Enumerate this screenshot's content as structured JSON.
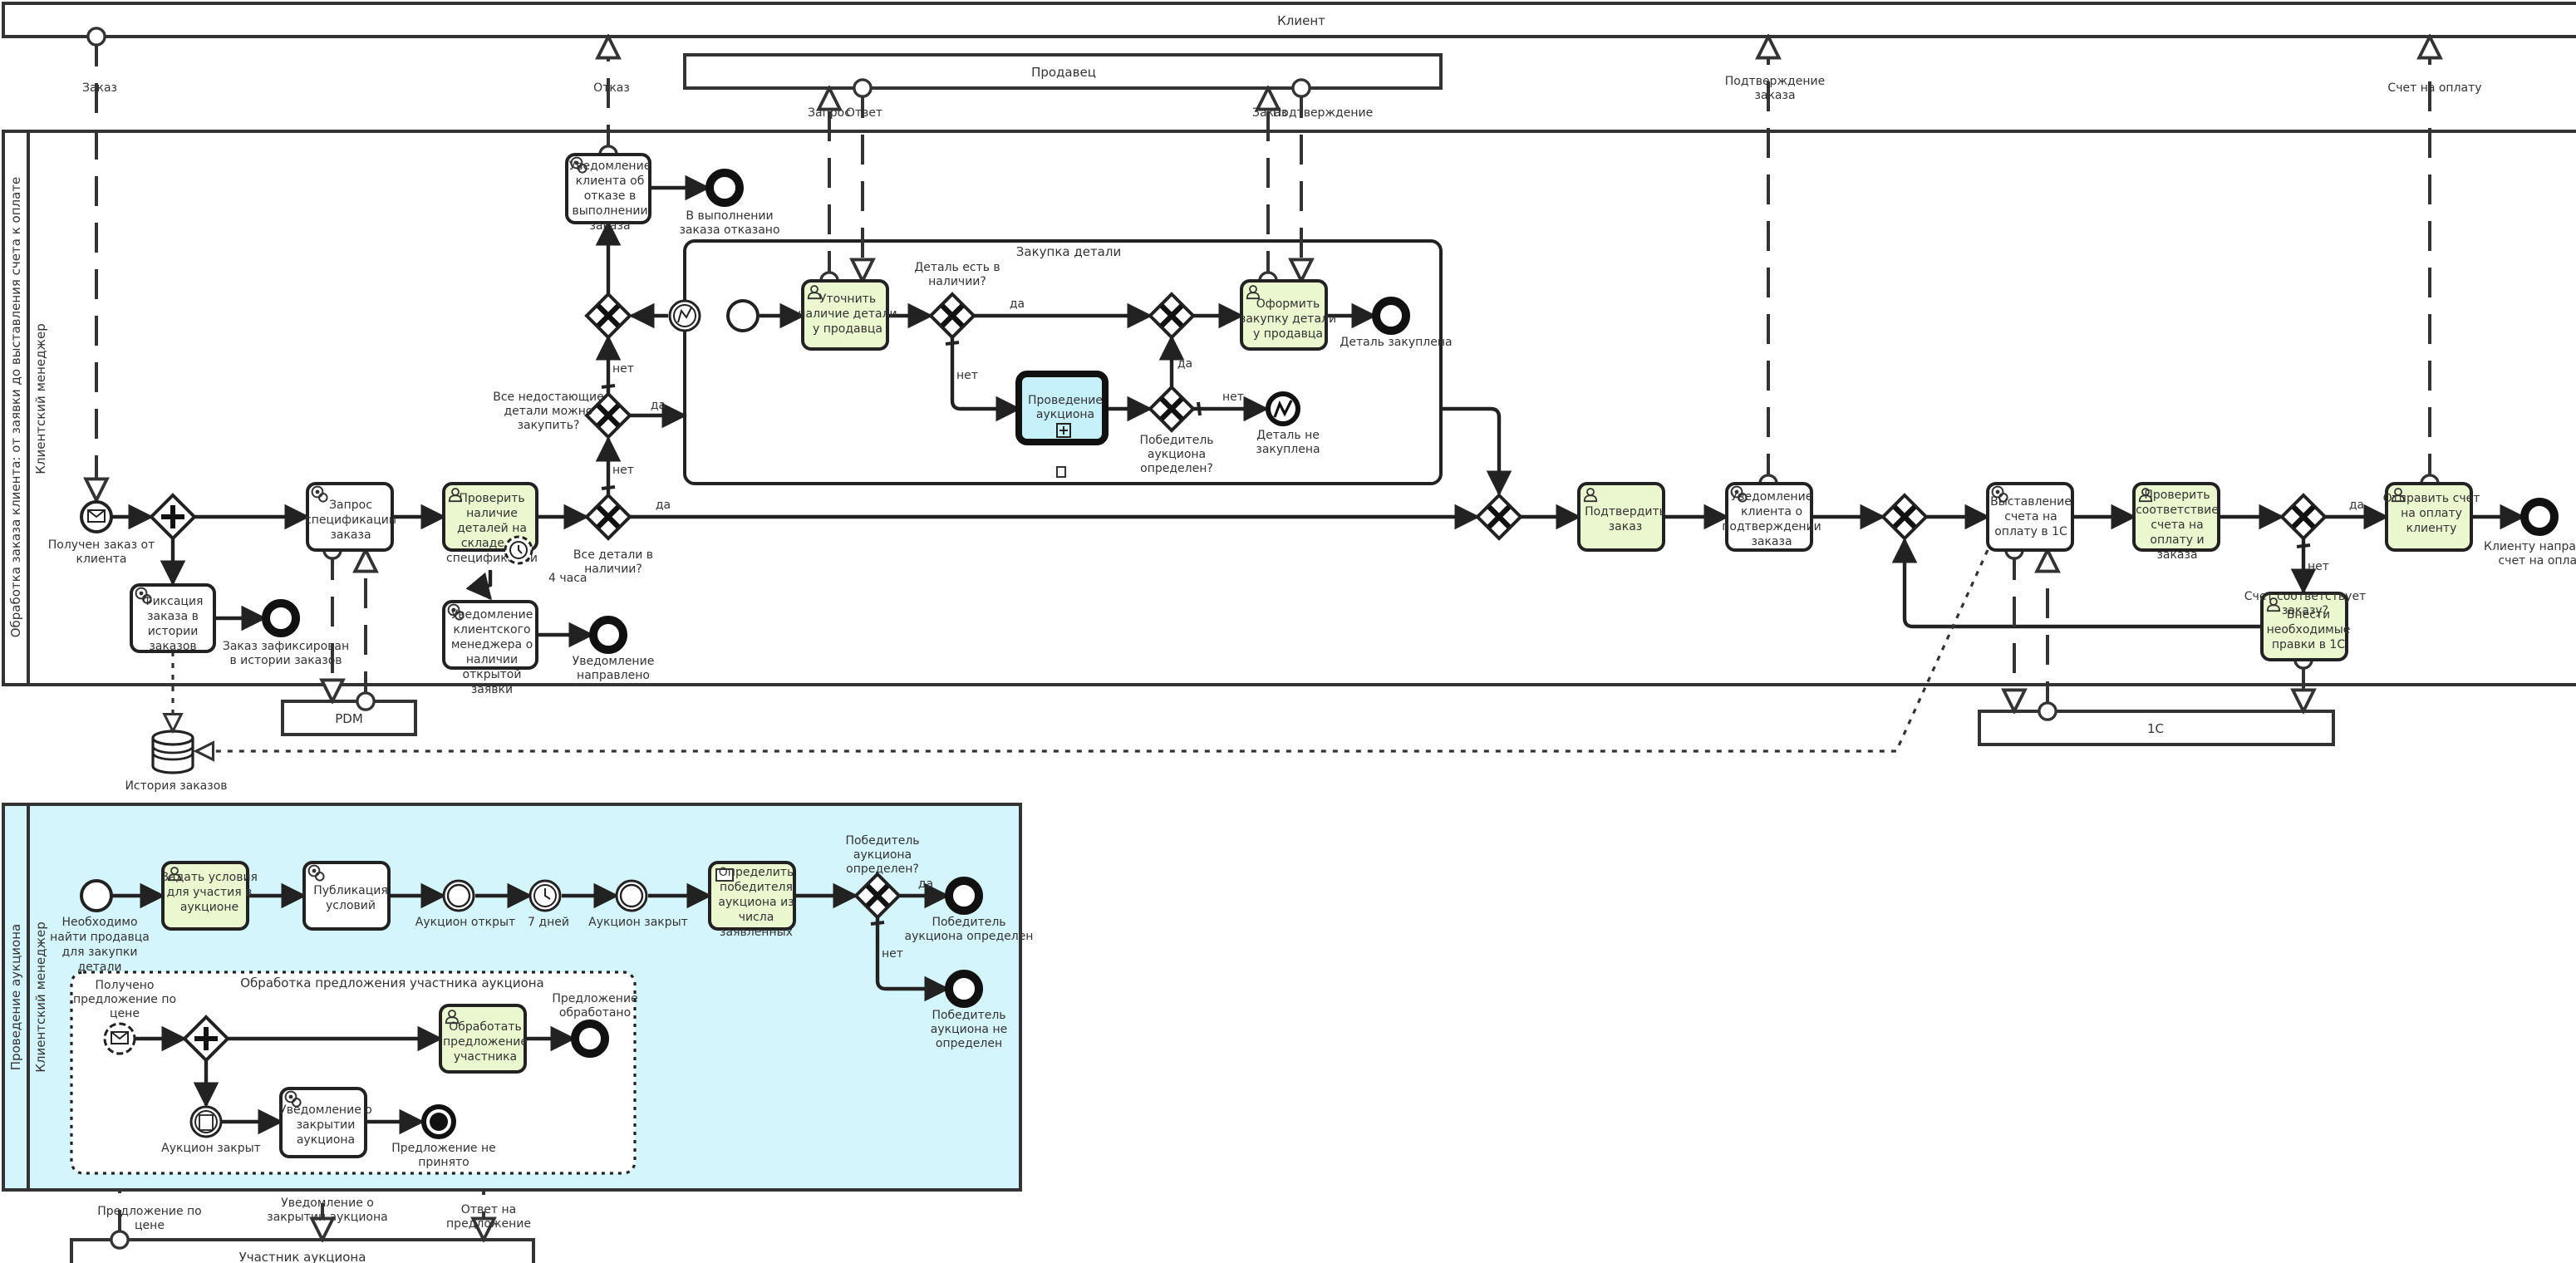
{
  "pools": {
    "client": "Клиент",
    "seller": "Продавец",
    "pdm": "PDM",
    "onec": "1С",
    "participant": "Участник аукциона",
    "history": "История заказов"
  },
  "process_main": {
    "pool_label": "Обработка заказа клиента: от заявки до выставления счета к оплате",
    "lane_label": "Клиентский менеджер",
    "subprocess_label": "Закупка детали",
    "tasks": {
      "clarify": "Уточнить наличие детали у продавца",
      "buy": "Оформить закупку детали у продавца",
      "auction": "Проведение аукциона",
      "refuse_notify": "Уведомление клиента об отказе в выполнении заказа",
      "request_spec": "Запрос спецификации заказа",
      "check_stock": "Проверить наличие деталей на складе по спецификации",
      "notify_manager": "Уведомление клиентского менеджера о наличии открытой заявки",
      "fix_history": "Фиксация заказа в истории заказов",
      "confirm": "Подтвердить заказ",
      "notify_confirm": "Уведомление клиента о подтверждении заказа",
      "invoice": "Выставление счета на оплату в 1С",
      "check_invoice": "Проверить соответствие счета на оплату и заказа",
      "send_invoice": "Отправить счет на оплату клиенту",
      "corrections": "Внести необходимые правки в 1С"
    },
    "events": {
      "order_received": "Получен заказ от клиента",
      "order_fixed": "Заказ зафиксирован в истории заказов",
      "refused": "В выполнении заказа отказано",
      "notice_sent": "Уведомление направлено",
      "part_bought": "Деталь закуплена",
      "part_not_bought": "Деталь не закуплена",
      "client_got_invoice": "Клиенту направлен счет на оплату",
      "timer": "4 часа"
    },
    "gateways": {
      "all_in_stock": "Все детали в наличии?",
      "missing_can_buy": "Все недостающие детали можно закупить?",
      "part_available": "Деталь есть в наличии?",
      "winner_found": "Победитель аукциона определен?",
      "invoice_matches": "Счет соответствует заказу?"
    },
    "flow_labels": {
      "yes": "да",
      "no": "нет"
    }
  },
  "messages": {
    "order": "Заказ",
    "refusal": "Отказ",
    "request": "Запрос",
    "answer": "Ответ",
    "order2": "Заказ",
    "confirmation": "Подтверждение",
    "order_confirmation": "Подтверждение заказа",
    "invoice": "Счет на оплату",
    "price_offer": "Предложение по цене",
    "close_notice": "Уведомление о закрытии аукциона",
    "offer_answer": "Ответ на предложение"
  },
  "process_auction": {
    "pool_label": "Проведение аукциона",
    "lane_label": "Клиентский менеджер",
    "tasks": {
      "set_terms": "Задать условия для участия в аукционе",
      "publish": "Публикация условий",
      "pick_winner": "Определить победителя аукциона из числа заявленных"
    },
    "events": {
      "start": "Необходимо найти продавца для закупки детали",
      "opened": "Аукцион открыт",
      "timer": "7 дней",
      "closed": "Аукцион закрыт",
      "winner": "Победитель аукциона определен",
      "no_winner": "Победитель аукциона не определен"
    },
    "gateway": "Победитель аукциона определен?",
    "subprocess": {
      "label": "Обработка предложения участника аукциона",
      "received": "Получено предложение по цене",
      "process_offer": "Обработать предложение участника",
      "processed": "Предложение обработано",
      "closed": "Аукцион закрыт",
      "notify_close": "Уведомление о закрытии аукциона",
      "rejected": "Предложение не принято"
    }
  },
  "colors": {
    "user_task_fill": "#eaf7cf",
    "call_activity_fill": "#c6f0fa",
    "auction_pool_fill": "#d4f5fb"
  }
}
